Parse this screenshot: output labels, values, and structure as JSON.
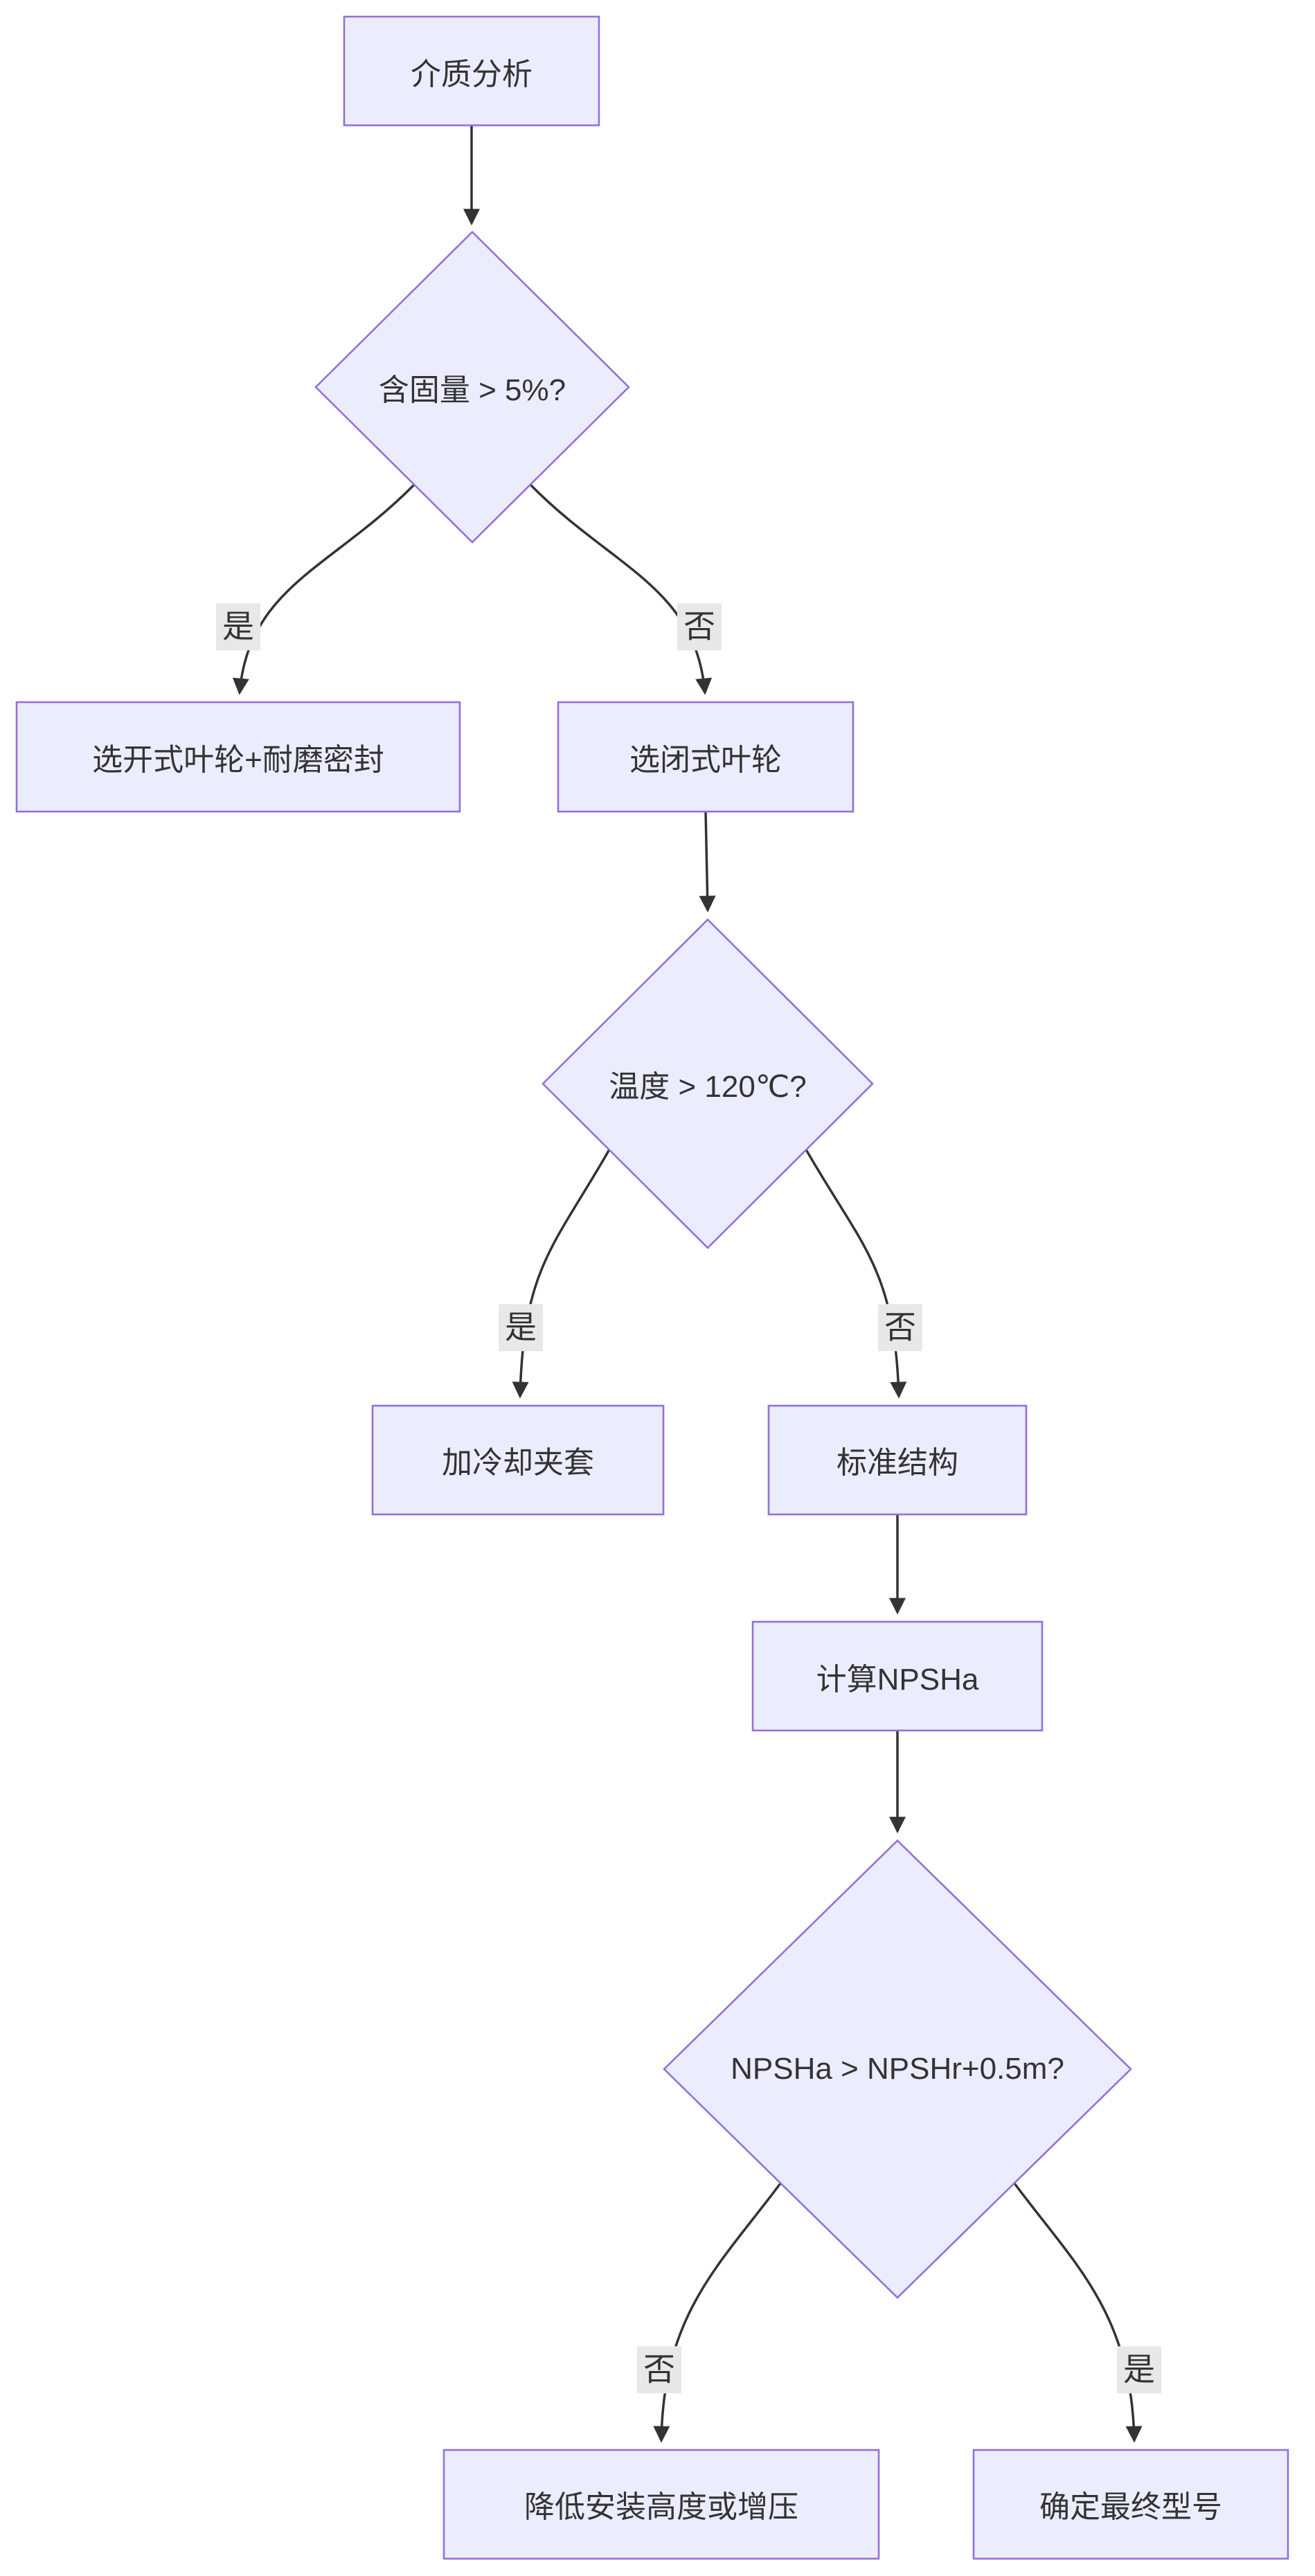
{
  "diagram": {
    "type": "flowchart",
    "direction": "top-down",
    "colors": {
      "node_fill": "#ECECFF",
      "node_border": "#9370DB",
      "edge_line": "#333333",
      "edge_label_bg": "#e8e8e8",
      "text": "#333333",
      "background": "#ffffff"
    },
    "nodes": [
      {
        "id": "A",
        "shape": "rect",
        "label": "介质分析"
      },
      {
        "id": "B",
        "shape": "diamond",
        "label": "含固量 > 5%?"
      },
      {
        "id": "C",
        "shape": "rect",
        "label": "选开式叶轮+耐磨密封"
      },
      {
        "id": "D",
        "shape": "rect",
        "label": "选闭式叶轮"
      },
      {
        "id": "E",
        "shape": "diamond",
        "label": "温度 > 120℃?"
      },
      {
        "id": "F",
        "shape": "rect",
        "label": "加冷却夹套"
      },
      {
        "id": "G",
        "shape": "rect",
        "label": "标准结构"
      },
      {
        "id": "H",
        "shape": "rect",
        "label": "计算NPSHa"
      },
      {
        "id": "I",
        "shape": "diamond",
        "label": "NPSHa > NPSHr+0.5m?"
      },
      {
        "id": "J",
        "shape": "rect",
        "label": "降低安装高度或增压"
      },
      {
        "id": "K",
        "shape": "rect",
        "label": "确定最终型号"
      }
    ],
    "edges": [
      {
        "from": "A",
        "to": "B",
        "label": ""
      },
      {
        "from": "B",
        "to": "C",
        "label": "是"
      },
      {
        "from": "B",
        "to": "D",
        "label": "否"
      },
      {
        "from": "D",
        "to": "E",
        "label": ""
      },
      {
        "from": "E",
        "to": "F",
        "label": "是"
      },
      {
        "from": "E",
        "to": "G",
        "label": "否"
      },
      {
        "from": "G",
        "to": "H",
        "label": ""
      },
      {
        "from": "H",
        "to": "I",
        "label": ""
      },
      {
        "from": "I",
        "to": "J",
        "label": "否"
      },
      {
        "from": "I",
        "to": "K",
        "label": "是"
      }
    ]
  }
}
